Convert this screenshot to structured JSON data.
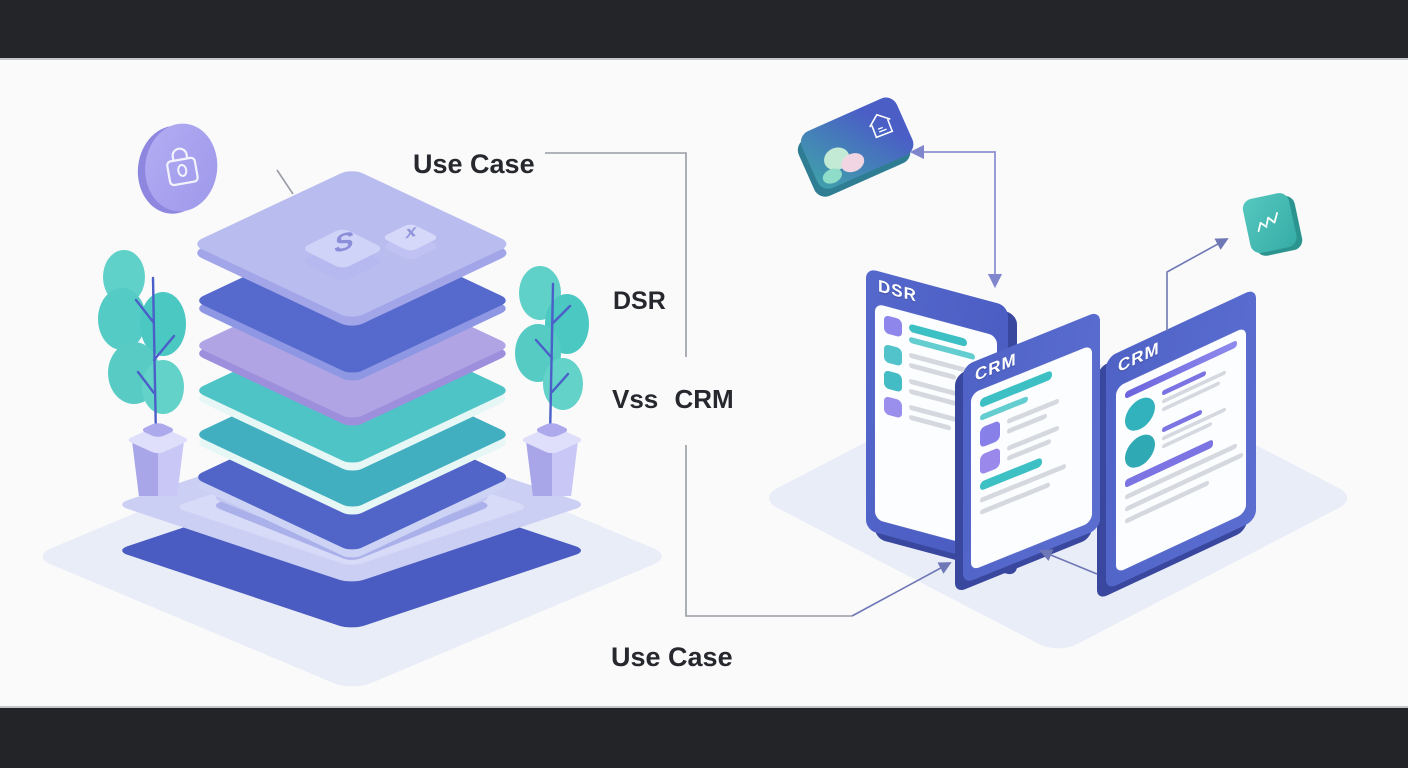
{
  "scene": {
    "top_bar_color": "#242529",
    "bottom_bar_color": "#232428",
    "background": "#fafafb"
  },
  "labels": {
    "use_case_top": "Use Case",
    "dsr": "DSR",
    "vs_crm": "Vss CRM",
    "use_case_bottom": "Use Case"
  },
  "stack": {
    "cube_s": "S",
    "cube_x": "x",
    "layers": [
      {
        "name": "top-platform",
        "top": "#b9bcee",
        "edge": "#a2a6e9"
      },
      {
        "name": "layer-blue-1",
        "top": "#5669cd",
        "edge": "#8e97e3"
      },
      {
        "name": "layer-purple",
        "top": "#b0a4e4",
        "edge": "#9d8fdc"
      },
      {
        "name": "layer-teal-1",
        "top": "#4fc4c6",
        "edge": "#e6f7f6"
      },
      {
        "name": "layer-teal-2",
        "top": "#41afc0",
        "edge": "#e6f7f6"
      },
      {
        "name": "layer-blue-2",
        "top": "#5165c9",
        "edge": "#ccd3f4"
      },
      {
        "name": "layer-lavender",
        "top": "#c3c7f1",
        "edge": "#aab0e9"
      }
    ],
    "base": {
      "top": "#cbcff3",
      "side": "#4a5cc2",
      "inner": "#d8dbf8"
    },
    "grounds": {
      "left": "#e9edf7",
      "right": "#e9edf8"
    }
  },
  "cards": [
    {
      "title": "DSR"
    },
    {
      "title": "CRM"
    },
    {
      "title": "CRM"
    }
  ],
  "palette": {
    "teal_accent": "#3dc0c4",
    "purple_accent": "#7b74e2",
    "gray_line": "#d5d8df",
    "card_blue": "#4e60c4",
    "arrow_blue": "#6f78b6",
    "connector_gray": "#989ca5",
    "label_text": "#26282e",
    "tree_teal": "#54cbc4",
    "lock_lavender": "#a8a3ee",
    "badge_teal": "#3fbcb4"
  }
}
